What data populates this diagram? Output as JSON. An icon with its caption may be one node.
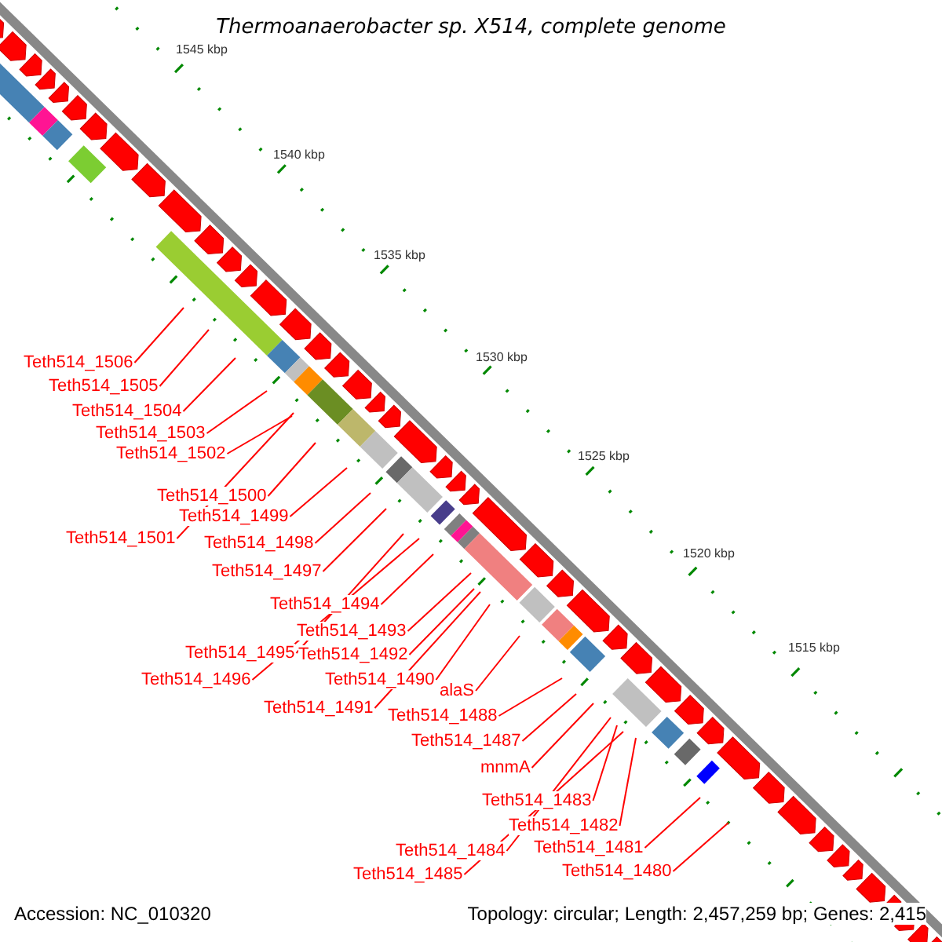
{
  "diagram": {
    "title": "Thermoanaerobacter sp. X514, complete genome",
    "nodes": [
      {
        "text": [
          "Teth514_1506"
        ]
      },
      {
        "text": [
          "Teth514_1505"
        ]
      },
      {
        "text": [
          "Teth514_1504"
        ]
      },
      {
        "text": [
          "Teth514_1503"
        ]
      },
      {
        "text": [
          "Teth514_1502"
        ]
      },
      {
        "text": [
          "Teth514_1500"
        ]
      },
      {
        "text": [
          "Teth514_1499"
        ]
      },
      {
        "text": [
          "Teth514_1501"
        ]
      },
      {
        "text": [
          "Teth514_1498"
        ]
      },
      {
        "text": [
          "Teth514_1497"
        ]
      },
      {
        "text": [
          "Teth514_1494"
        ]
      },
      {
        "text": [
          "Teth514_1493"
        ]
      },
      {
        "text": [
          "Teth514_1495"
        ]
      },
      {
        "text": [
          "Teth514_1492"
        ]
      },
      {
        "text": [
          "Teth514_1496"
        ]
      },
      {
        "text": [
          "Teth514_1490"
        ]
      },
      {
        "text": [
          "Teth514_1491"
        ]
      },
      {
        "text": [
          "alaS"
        ]
      },
      {
        "text": [
          "Teth514_1488"
        ]
      },
      {
        "text": [
          "Teth514_1487"
        ]
      },
      {
        "text": [
          "mnmA"
        ]
      },
      {
        "text": [
          "Teth514_1483"
        ]
      },
      {
        "text": [
          "Teth514_1482"
        ]
      },
      {
        "text": [
          "Teth514_1484"
        ]
      },
      {
        "text": [
          "Teth514_1481"
        ]
      },
      {
        "text": [
          "Teth514_1485"
        ]
      },
      {
        "text": [
          "Teth514_1480"
        ]
      }
    ],
    "edges": [
      {
        "from": 0,
        "to": null,
        "arrow": "none"
      },
      {
        "from": 1,
        "to": null,
        "arrow": "none"
      },
      {
        "from": 2,
        "to": null,
        "arrow": "none"
      },
      {
        "from": 3,
        "to": null,
        "arrow": "none"
      },
      {
        "from": 4,
        "to": null,
        "arrow": "none"
      },
      {
        "from": 5,
        "to": null,
        "arrow": "none"
      },
      {
        "from": 6,
        "to": null,
        "arrow": "none"
      },
      {
        "from": 7,
        "to": null,
        "arrow": "none"
      },
      {
        "from": 8,
        "to": null,
        "arrow": "none"
      },
      {
        "from": 9,
        "to": null,
        "arrow": "none"
      },
      {
        "from": 10,
        "to": null,
        "arrow": "none"
      },
      {
        "from": 11,
        "to": null,
        "arrow": "none"
      },
      {
        "from": 12,
        "to": null,
        "arrow": "none"
      },
      {
        "from": 13,
        "to": null,
        "arrow": "none"
      },
      {
        "from": 14,
        "to": null,
        "arrow": "none"
      },
      {
        "from": 15,
        "to": null,
        "arrow": "none"
      },
      {
        "from": 16,
        "to": null,
        "arrow": "none"
      },
      {
        "from": 17,
        "to": null,
        "arrow": "none"
      },
      {
        "from": 18,
        "to": null,
        "arrow": "none"
      },
      {
        "from": 19,
        "to": null,
        "arrow": "none"
      },
      {
        "from": 20,
        "to": null,
        "arrow": "none"
      },
      {
        "from": 21,
        "to": null,
        "arrow": "none"
      },
      {
        "from": 22,
        "to": null,
        "arrow": "none"
      },
      {
        "from": 23,
        "to": null,
        "arrow": "none"
      },
      {
        "from": 24,
        "to": null,
        "arrow": "none"
      },
      {
        "from": 25,
        "to": null,
        "arrow": "none"
      },
      {
        "from": 26,
        "to": null,
        "arrow": "none"
      }
    ],
    "labels": [
      "1545 kbp",
      "1540 kbp",
      "1535 kbp",
      "1530 kbp",
      "1525 kbp",
      "1520 kbp",
      "1515 kbp",
      "Accession: NC_010320",
      "Topology: circular; Length: 2,457,259 bp; Genes: 2,415"
    ]
  }
}
